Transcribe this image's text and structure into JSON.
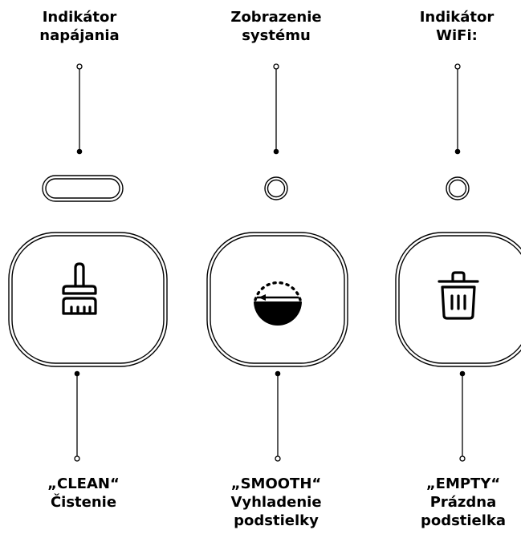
{
  "top_labels": {
    "power": {
      "line1": "Indikátor",
      "line2": "napájania"
    },
    "system": {
      "line1": "Zobrazenie",
      "line2": "systému"
    },
    "wifi": {
      "line1": "Indikátor",
      "line2": "WiFi:"
    }
  },
  "bottom_labels": {
    "clean": {
      "line1": "„CLEAN“",
      "line2": "Čistenie"
    },
    "smooth": {
      "line1": "„SMOOTH“",
      "line2": "Vyhladenie",
      "line3": "podstielky"
    },
    "empty": {
      "line1": "„EMPTY“",
      "line2": "Prázdna",
      "line3": "podstielka"
    }
  },
  "icons": {
    "clean": "broom-icon",
    "smooth": "half-bowl-icon",
    "empty": "trash-can-icon"
  }
}
